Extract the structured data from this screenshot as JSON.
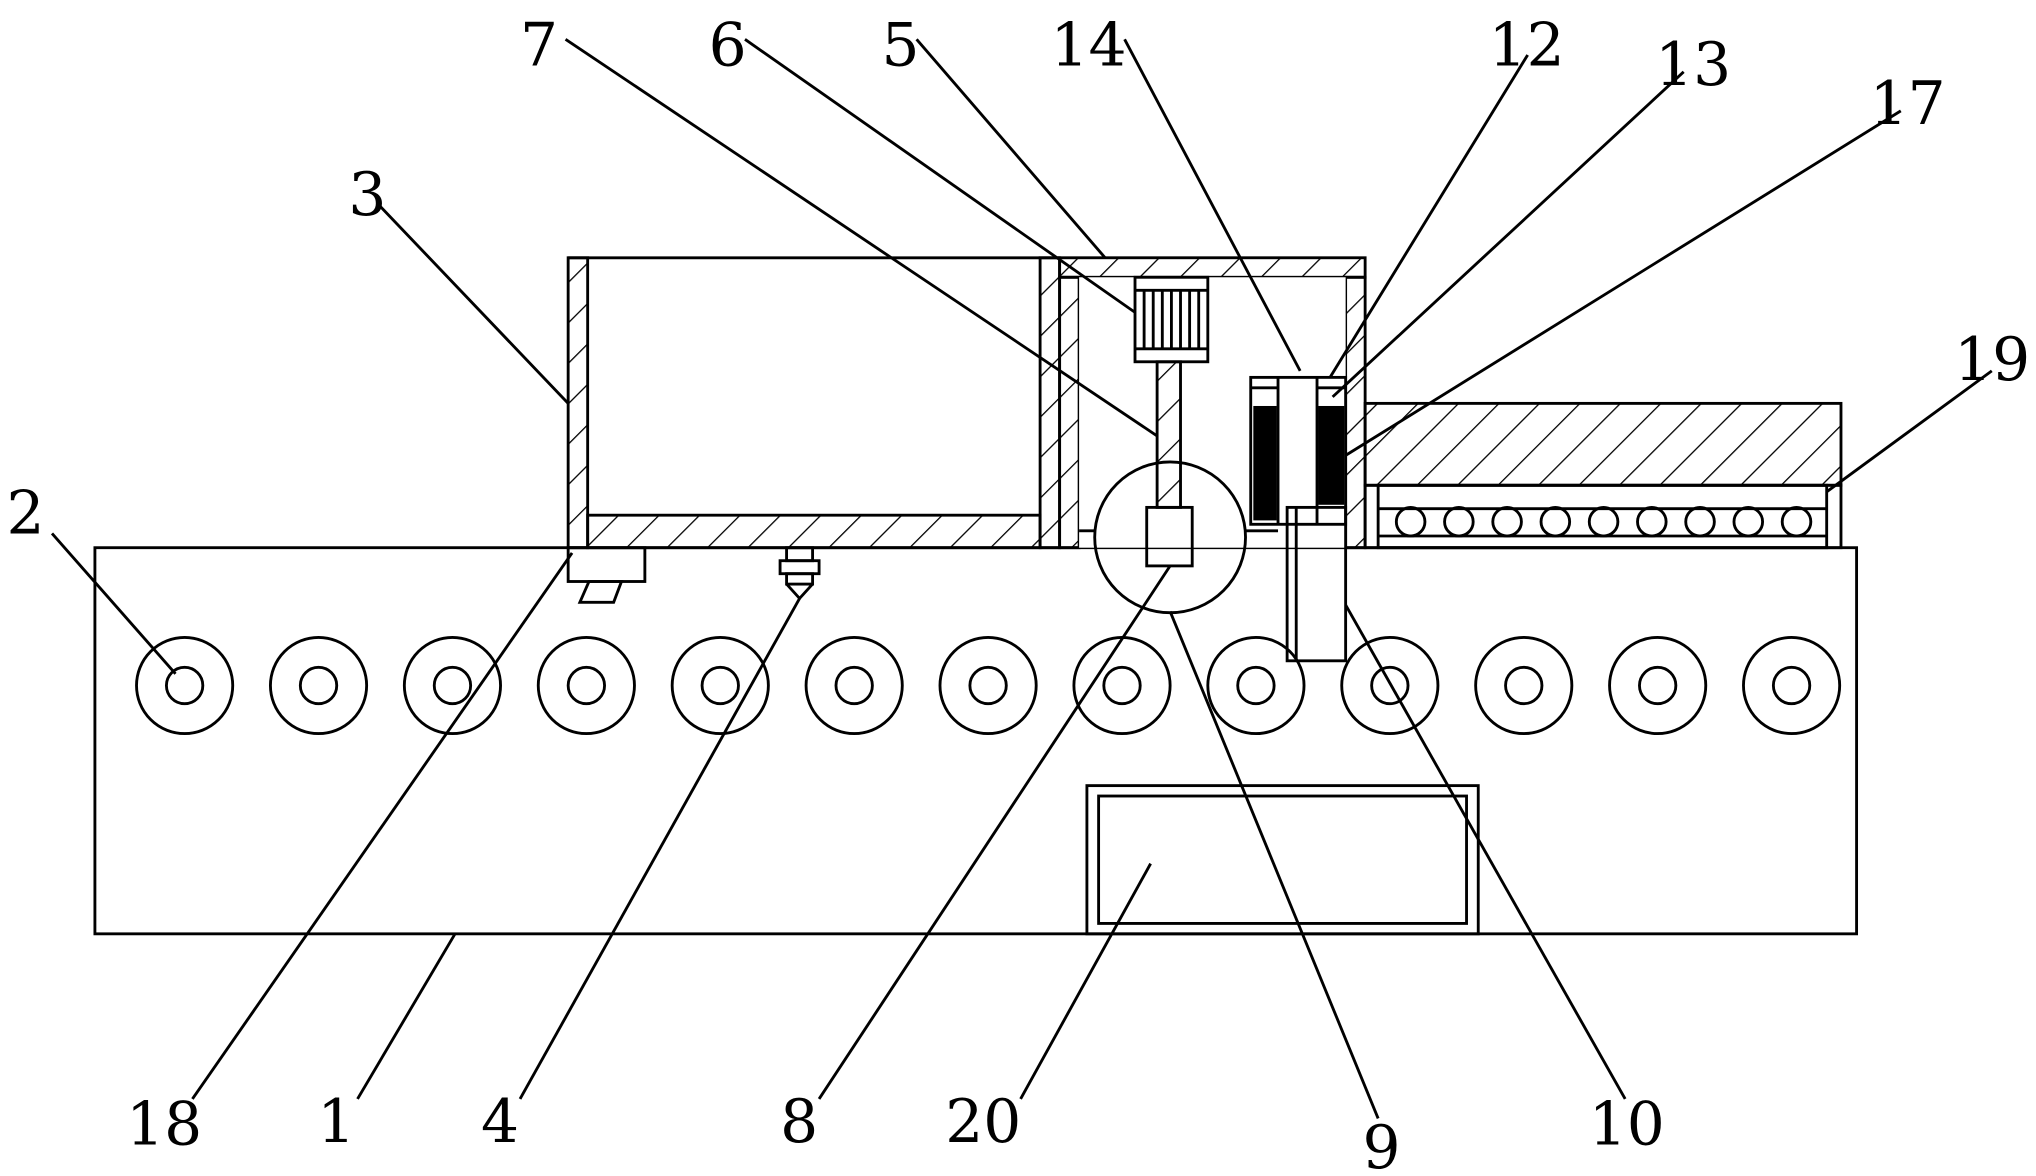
{
  "figure": {
    "labels": {
      "l1": "1",
      "l2": "2",
      "l3": "3",
      "l4": "4",
      "l5": "5",
      "l6": "6",
      "l7": "7",
      "l8": "8",
      "l9": "9",
      "l10": "10",
      "l12": "12",
      "l13": "13",
      "l14": "14",
      "l17": "17",
      "l18": "18",
      "l19": "19",
      "l20": "20"
    },
    "roller_count": 13,
    "ball_count": 9
  }
}
